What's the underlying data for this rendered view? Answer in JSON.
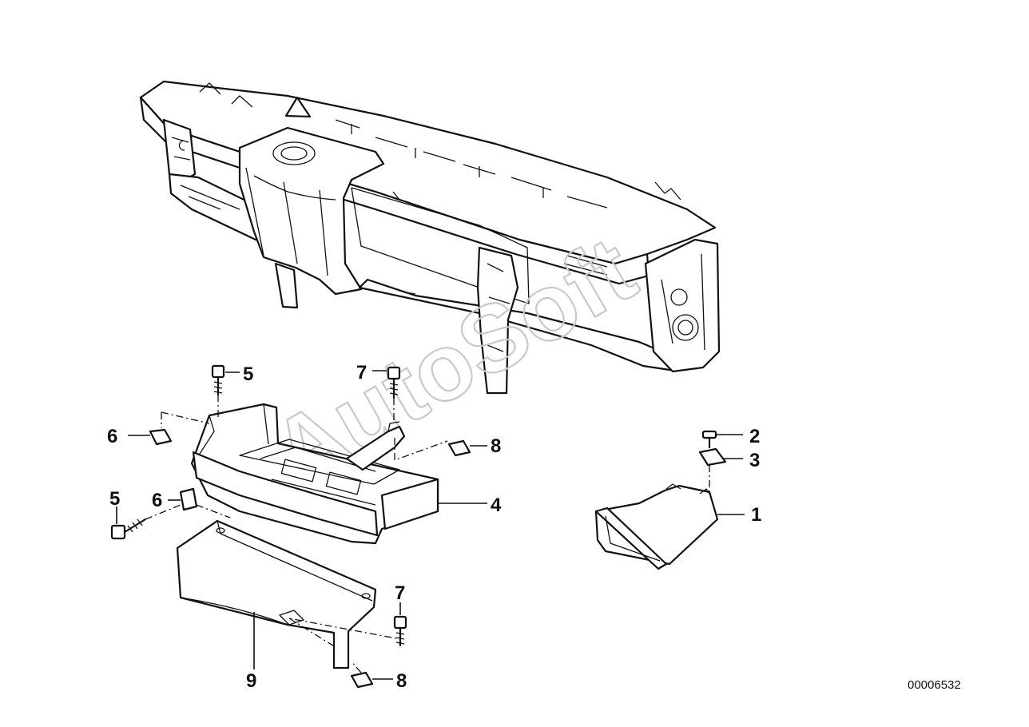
{
  "watermark": "AutoSoft",
  "diagram_number": "00006532",
  "callouts": [
    {
      "id": "c1",
      "label": "1"
    },
    {
      "id": "c2",
      "label": "2"
    },
    {
      "id": "c3",
      "label": "3"
    },
    {
      "id": "c4",
      "label": "4"
    },
    {
      "id": "c5a",
      "label": "5"
    },
    {
      "id": "c5b",
      "label": "5"
    },
    {
      "id": "c6a",
      "label": "6"
    },
    {
      "id": "c6b",
      "label": "6"
    },
    {
      "id": "c7a",
      "label": "7"
    },
    {
      "id": "c7b",
      "label": "7"
    },
    {
      "id": "c8a",
      "label": "8"
    },
    {
      "id": "c8b",
      "label": "8"
    },
    {
      "id": "c9",
      "label": "9"
    }
  ],
  "parts": [
    {
      "name": "front-panel-carrier"
    },
    {
      "name": "air-duct"
    },
    {
      "name": "air-guide-tray"
    },
    {
      "name": "cover-plate"
    }
  ]
}
